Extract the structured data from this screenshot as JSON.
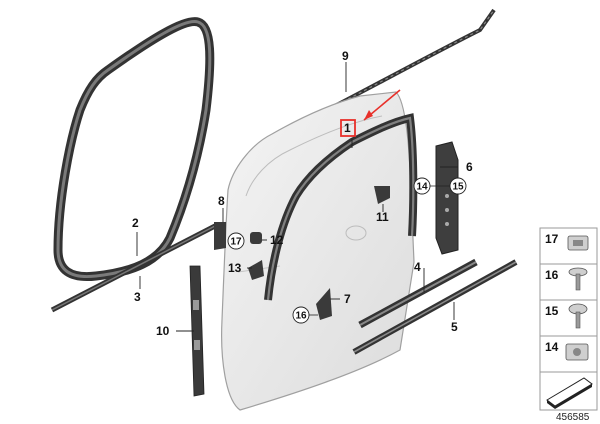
{
  "callouts": {
    "c1": "1",
    "c2": "2",
    "c3": "3",
    "c4": "4",
    "c5": "5",
    "c6": "6",
    "c7": "7",
    "c8": "8",
    "c9": "9",
    "c10": "10",
    "c11": "11",
    "c12": "12",
    "c13": "13",
    "c14": "14",
    "c15": "15",
    "c16": "16",
    "c17": "17"
  },
  "legend": {
    "items": [
      {
        "label": "17",
        "icon": "clip-nut-icon"
      },
      {
        "label": "16",
        "icon": "screw-icon"
      },
      {
        "label": "15",
        "icon": "screw-icon"
      },
      {
        "label": "14",
        "icon": "clip-nut-icon"
      },
      {
        "label": "",
        "icon": "seal-profile-icon"
      }
    ]
  },
  "reference_number": "456585",
  "colors": {
    "highlight": "#e8302a",
    "seal": "#3a3a3a",
    "panel": "#e9e9e9",
    "outline": "#9a9a9a"
  }
}
